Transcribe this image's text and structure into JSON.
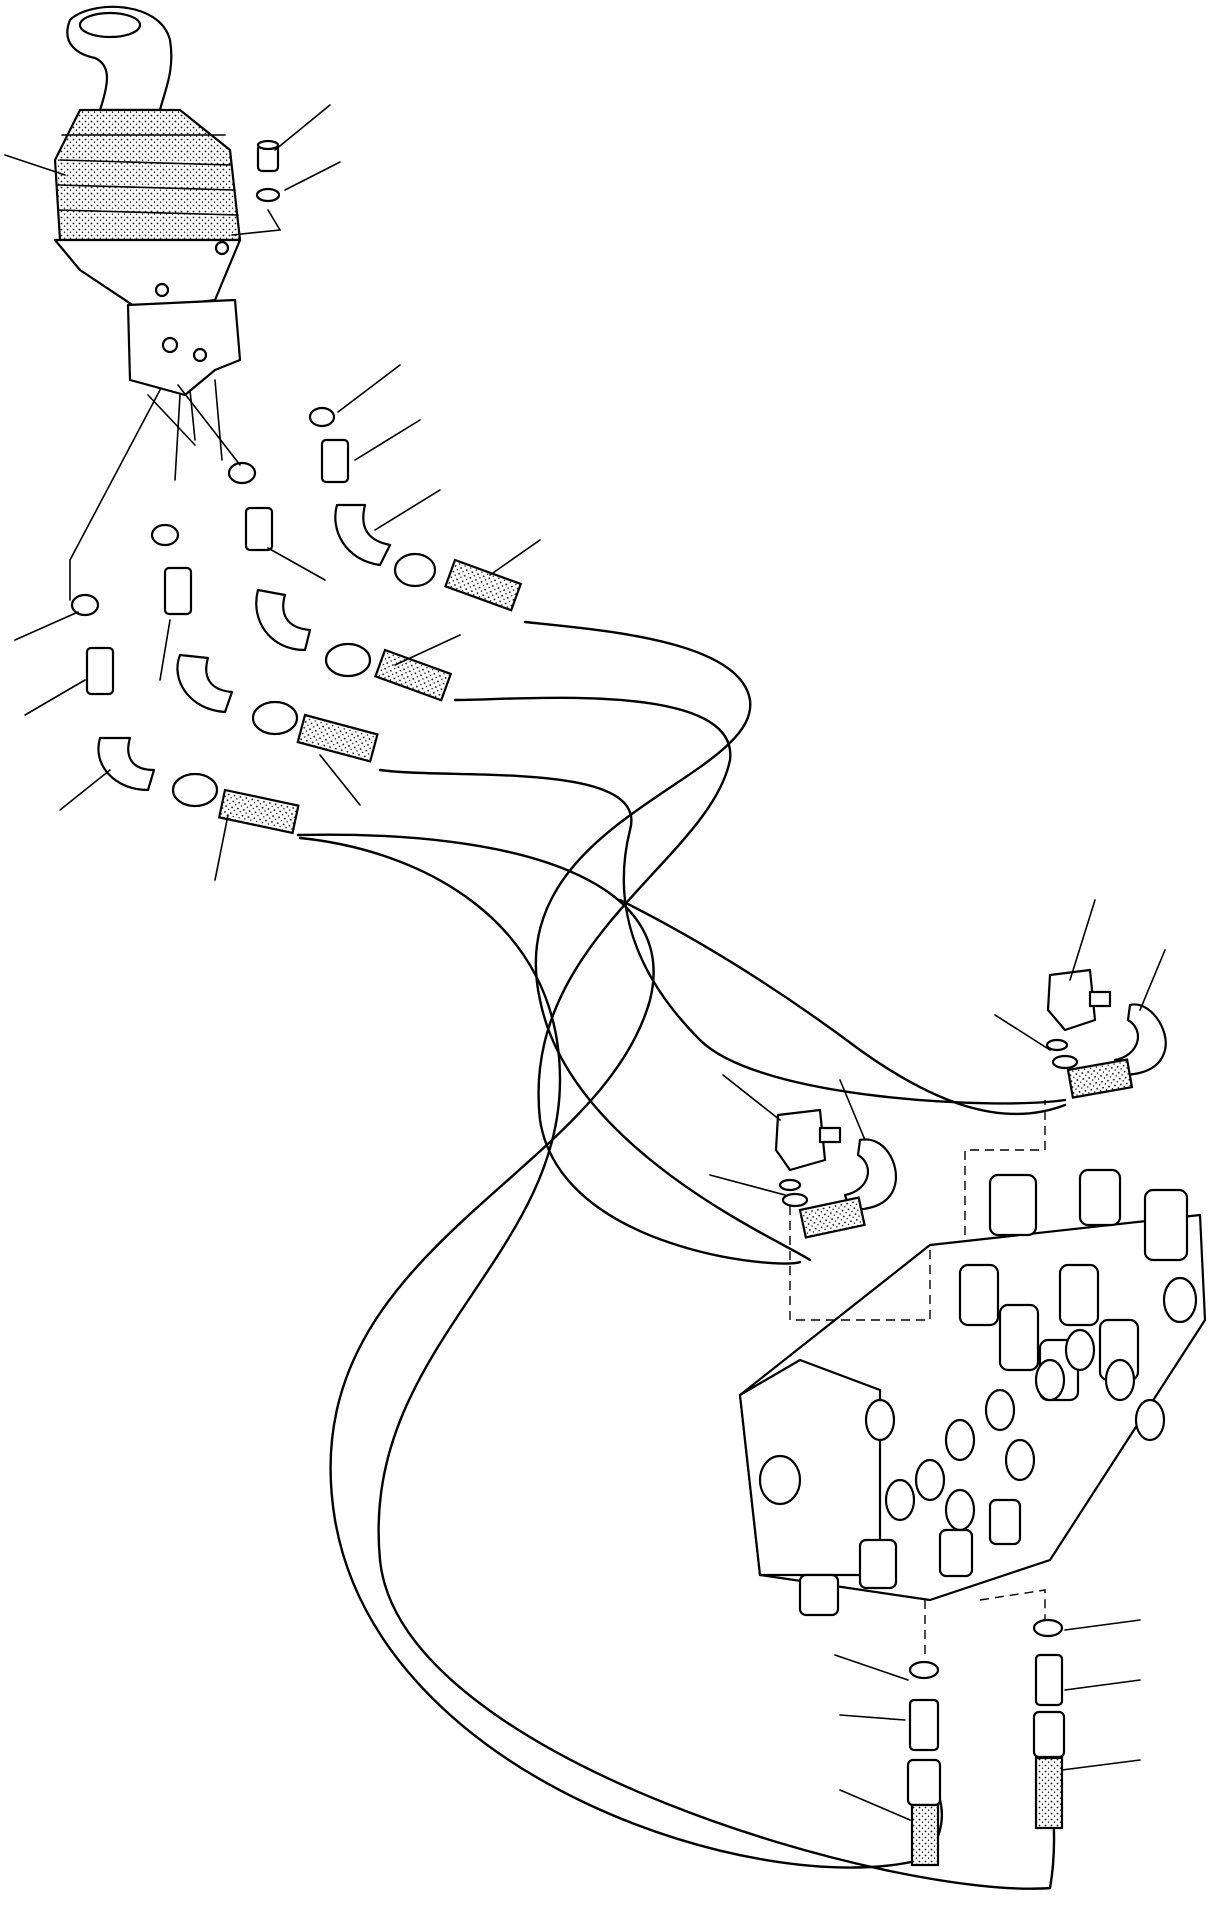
{
  "diagram": {
    "title": "",
    "components": [
      {
        "id": "joystick",
        "icon": "joystick-lever-icon"
      },
      {
        "id": "rubber-boot",
        "icon": "bellows-boot-icon"
      },
      {
        "id": "pilot-valve-base",
        "icon": "valve-block-icon"
      },
      {
        "id": "cap-screw",
        "icon": "screw-icon"
      },
      {
        "id": "washer",
        "icon": "washer-icon"
      },
      {
        "id": "control-valve-bank",
        "icon": "control-valve-icon"
      },
      {
        "id": "o-rings",
        "icon": "o-ring-icon"
      },
      {
        "id": "straight-adapters",
        "icon": "adapter-fitting-icon"
      },
      {
        "id": "elbow-fittings",
        "icon": "elbow-fitting-icon"
      },
      {
        "id": "hoses",
        "icon": "hose-icon"
      }
    ],
    "hose_count": 6,
    "leader_count": 24
  }
}
